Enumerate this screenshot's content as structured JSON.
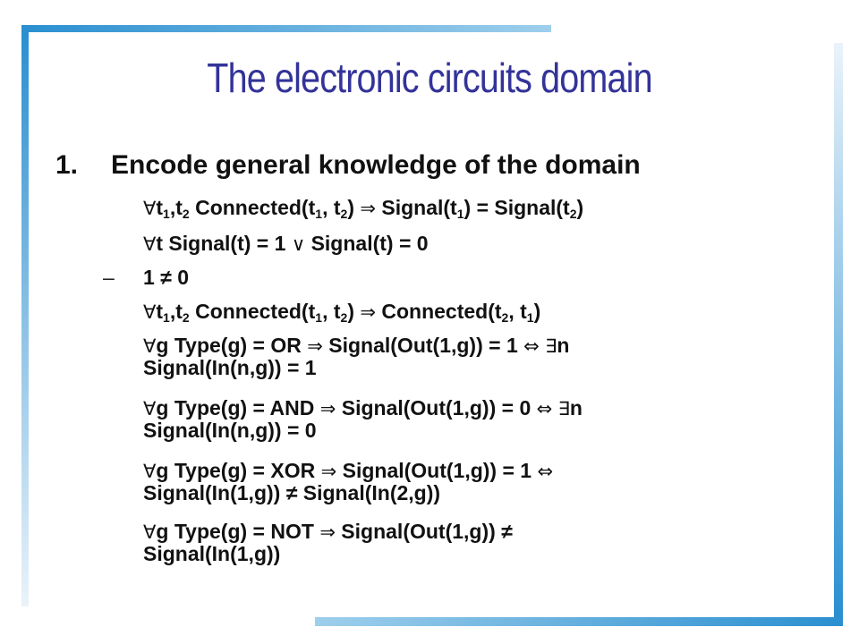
{
  "slide": {
    "title": "The electronic circuits domain",
    "heading": {
      "number": "1.",
      "text": "Encode general knowledge of the domain"
    }
  },
  "items": [
    {
      "marker": "",
      "html": "<span class=\"sym\">&#8704;</span>t<sub>1</sub>,t<sub>2</sub> Connected(t<sub>1</sub>, t<sub>2</sub>) <span class=\"sym\">&#8658;</span> Signal(t<sub>1</sub>) = Signal(t<sub>2</sub>)"
    },
    {
      "marker": "",
      "html": "<span class=\"sym\">&#8704;</span>t Signal(t) = 1 <span class=\"sym\">&#8744;</span> Signal(t) = 0"
    },
    {
      "marker": "–",
      "html": "1 ≠ 0"
    },
    {
      "marker": "",
      "html": "<span class=\"sym\">&#8704;</span>t<sub>1</sub>,t<sub>2</sub> Connected(t<sub>1</sub>, t<sub>2</sub>) <span class=\"sym\">&#8658;</span> Connected(t<sub>2</sub>, t<sub>1</sub>)"
    },
    {
      "marker": "",
      "html": "<span class=\"sym\">&#8704;</span>g Type(g) = OR <span class=\"sym\">&#8658;</span> Signal(Out(1,g)) = 1 <span class=\"sym\">&#8660;</span> <span class=\"sym\">&#8707;</span>n<br>Signal(In(n,g)) = 1"
    },
    {
      "marker": "",
      "html": "<span class=\"sym\">&#8704;</span>g Type(g) = AND <span class=\"sym\">&#8658;</span> Signal(Out(1,g)) = 0 <span class=\"sym\">&#8660;</span> <span class=\"sym\">&#8707;</span>n<br>Signal(In(n,g)) = 0"
    },
    {
      "marker": "",
      "html": "<span class=\"sym\">&#8704;</span>g Type(g) = XOR <span class=\"sym\">&#8658;</span> Signal(Out(1,g)) = 1 <span class=\"sym\">&#8660;</span><br>Signal(In(1,g)) ≠ Signal(In(2,g))"
    },
    {
      "marker": "",
      "html": "<span class=\"sym\">&#8704;</span>g Type(g) = NOT <span class=\"sym\">&#8658;</span> Signal(Out(1,g)) ≠<br>Signal(In(1,g))"
    }
  ]
}
